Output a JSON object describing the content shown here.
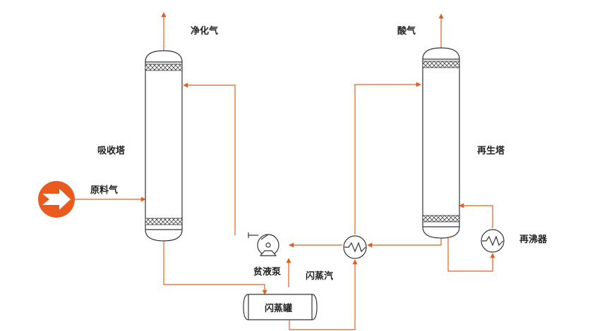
{
  "labels": {
    "clean_gas": "净化气",
    "acid_gas": "酸气",
    "absorber": "吸收塔",
    "regenerator": "再生塔",
    "feed_gas": "原料气",
    "lean_pump": "贫液泵",
    "flash_steam": "闪蒸汽",
    "flash_tank": "闪蒸罐",
    "reboiler": "再沸器"
  },
  "colors": {
    "stream": "#e35d1f",
    "outline": "#333333",
    "feed_circle": "#ea5a1e",
    "background": "#ffffff"
  }
}
